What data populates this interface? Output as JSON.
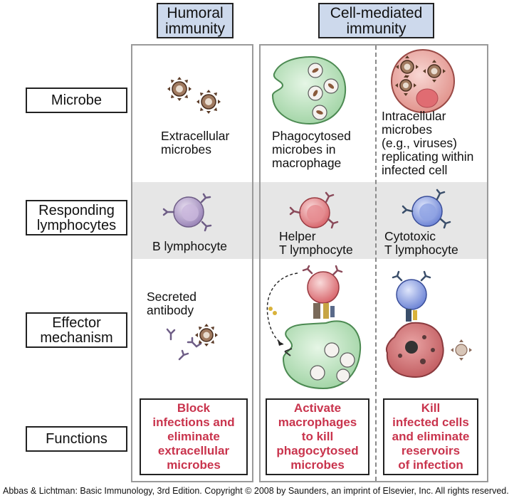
{
  "headers": {
    "humoral": "Humoral\nimmunity",
    "cell_mediated": "Cell-mediated\nimmunity"
  },
  "row_labels": {
    "microbe": "Microbe",
    "responding": "Responding\nlymphocytes",
    "effector": "Effector\nmechanism",
    "functions": "Functions"
  },
  "columns": {
    "humoral": {
      "microbe": "Extracellular\nmicrobes",
      "lymphocyte": "B lymphocyte",
      "effector": "Secreted\nantibody",
      "function": "Block\ninfections and\neliminate\nextracellular\nmicrobes"
    },
    "phagocytosed": {
      "microbe": "Phagocytosed\nmicrobes in\nmacrophage",
      "lymphocyte": "Helper\nT lymphocyte",
      "function": "Activate\nmacrophages\nto kill\nphagocytosed\nmicrobes"
    },
    "intracellular": {
      "microbe": "Intracellular\nmicrobes\n(e.g., viruses)\nreplicating within\ninfected cell",
      "lymphocyte": "Cytotoxic\nT lymphocyte",
      "function": "Kill\ninfected cells\nand eliminate\nreservoirs\nof infection"
    }
  },
  "credit": "Abbas & Lichtman: Basic Immunology, 3rd Edition. Copyright © 2008 by Saunders, an imprint of Elsevier, Inc. All rights reserved.",
  "colors": {
    "header_bg": "#cdd9ec",
    "function_text": "#c9344d",
    "band": "#e6e6e6"
  }
}
